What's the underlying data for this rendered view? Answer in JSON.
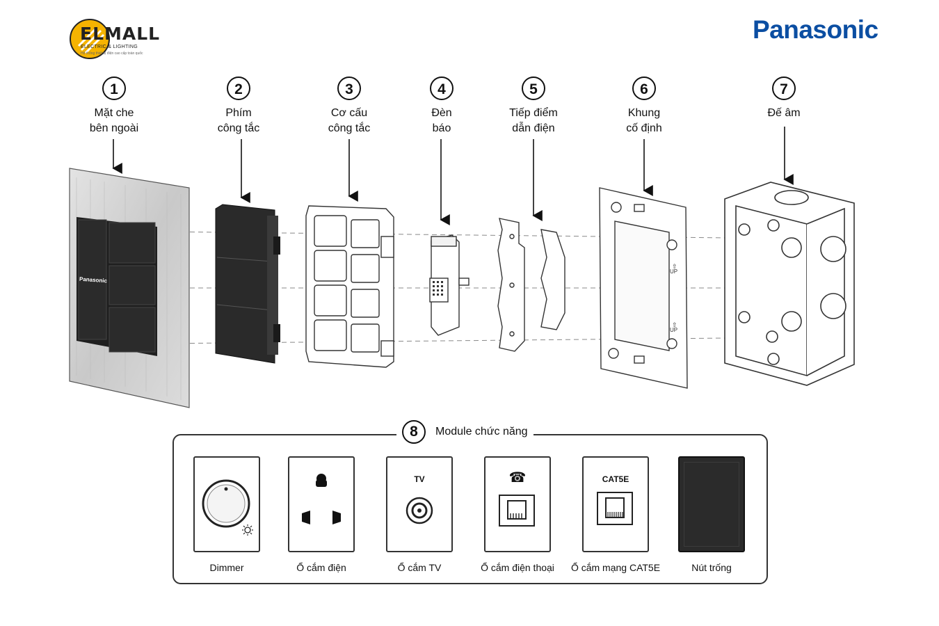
{
  "brand": {
    "elmall_name": "ELMALL",
    "elmall_sub": "ELECTRIC & LIGHTING",
    "elmall_tagline": "Hệ thống thiết bị điện cao cấp toàn quốc",
    "panasonic": "Panasonic",
    "plate_brand": "Panasonic"
  },
  "components": [
    {
      "num": "1",
      "label": "Mặt che\nbên ngoài"
    },
    {
      "num": "2",
      "label": "Phím\ncông tắc"
    },
    {
      "num": "3",
      "label": "Cơ cấu\ncông tắc"
    },
    {
      "num": "4",
      "label": "Đèn\nbáo"
    },
    {
      "num": "5",
      "label": "Tiếp điểm\ndẫn điện"
    },
    {
      "num": "6",
      "label": "Khung\ncố định"
    },
    {
      "num": "7",
      "label": "Đế âm"
    }
  ],
  "modules": {
    "num": "8",
    "title": "Module chức năng",
    "items": [
      {
        "label": "Dimmer",
        "icon": "dimmer-knob-icon"
      },
      {
        "label": "Ổ cắm điện",
        "icon": "power-socket-icon"
      },
      {
        "label": "Ổ cắm TV",
        "icon": "tv-socket-icon",
        "text": "TV"
      },
      {
        "label": "Ổ cắm điện thoại",
        "icon": "phone-socket-icon",
        "glyph": "☎"
      },
      {
        "label": "Ổ cắm mạng CAT5E",
        "icon": "network-socket-icon",
        "text": "CAT5E"
      },
      {
        "label": "Nút trống",
        "icon": "blank-cover-icon"
      }
    ]
  },
  "colors": {
    "panasonic_blue": "#0b4ea2",
    "elmall_yellow": "#f5b301",
    "key_black": "#2b2b2b"
  }
}
